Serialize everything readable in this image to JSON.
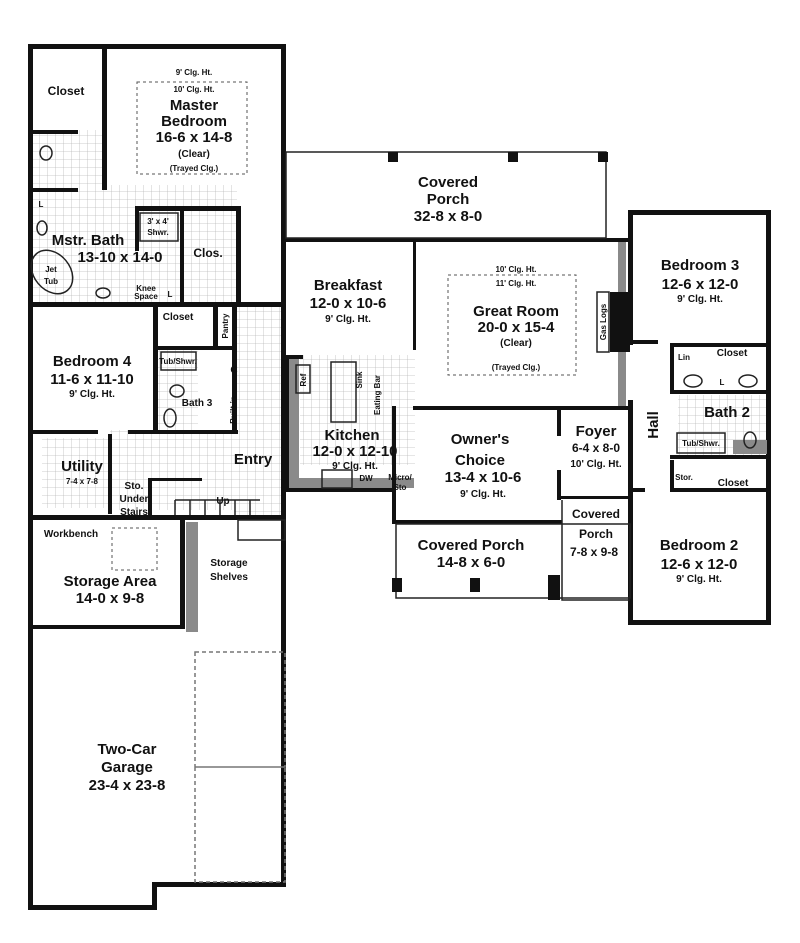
{
  "plan": {
    "master_bedroom": {
      "ceil1": "9' Clg. Ht.",
      "ceil2": "10' Clg. Ht.",
      "name1": "Master",
      "name2": "Bedroom",
      "dims": "16-6 x 14-8",
      "note1": "(Clear)",
      "note2": "(Trayed Clg.)"
    },
    "closet_master": {
      "name": "Closet"
    },
    "mstr_bath": {
      "name": "Mstr. Bath",
      "dims": "13-10 x 14-0",
      "tub1": "Jet",
      "tub2": "Tub",
      "shower1": "3' x 4'",
      "shower2": "Shwr.",
      "knee1": "Knee",
      "knee2": "Space",
      "linen": "L",
      "linen2": "L"
    },
    "clos": {
      "name": "Clos."
    },
    "covered_porch_rear": {
      "name1": "Covered",
      "name2": "Porch",
      "dims": "32-8 x 8-0"
    },
    "bedroom3": {
      "name": "Bedroom 3",
      "dims": "12-6 x 12-0",
      "ceil": "9' Clg. Ht."
    },
    "breakfast": {
      "name": "Breakfast",
      "dims": "12-0 x 10-6",
      "ceil": "9' Clg. Ht."
    },
    "great_room": {
      "ceil1": "10' Clg. Ht.",
      "ceil2": "11' Clg. Ht.",
      "name": "Great Room",
      "dims": "20-0 x 15-4",
      "note1": "(Clear)",
      "note2": "(Trayed Clg.)",
      "fireplace": "Gas Logs"
    },
    "closet_bed4": {
      "name": "Closet"
    },
    "pantry": {
      "name": "Pantry"
    },
    "bedroom4": {
      "name": "Bedroom 4",
      "dims": "11-6 x 11-10",
      "ceil": "9' Clg. Ht."
    },
    "bath3": {
      "name": "Bath 3",
      "tub": "Tub/Shwr.",
      "c": "C",
      "builtin": "Built-in"
    },
    "kitchen": {
      "name": "Kitchen",
      "dims": "12-0 x 12-10",
      "ceil": "9' Clg. Ht.",
      "ref": "Ref",
      "sink": "Sink",
      "bar": "Eating Bar",
      "dw": "DW",
      "micro1": "Micro/",
      "micro2": "Sto"
    },
    "hall": {
      "name": "Hall",
      "lin": "Lin",
      "closet1": "Closet",
      "closet2": "Closet",
      "stor": "Stor."
    },
    "bath2": {
      "name": "Bath 2",
      "tub": "Tub/Shwr.",
      "linen": "L"
    },
    "utility": {
      "name": "Utility",
      "dims": "7-4 x 7-8"
    },
    "entry": {
      "name": "Entry",
      "sto1": "Sto.",
      "sto2": "Under",
      "sto3": "Stairs",
      "up": "Up"
    },
    "owners_choice": {
      "name1": "Owner's",
      "name2": "Choice",
      "dims": "13-4 x 10-6",
      "ceil": "9' Clg. Ht."
    },
    "foyer": {
      "name": "Foyer",
      "dims": "6-4 x 8-0",
      "ceil": "10' Clg. Ht."
    },
    "covered_porch_front": {
      "name": "Covered Porch",
      "dims": "14-8 x 6-0"
    },
    "covered_porch_small": {
      "name1": "Covered",
      "name2": "Porch",
      "dims": "7-8 x 9-8"
    },
    "bedroom2": {
      "name": "Bedroom 2",
      "dims": "12-6 x 12-0",
      "ceil": "9' Clg. Ht."
    },
    "workbench": {
      "name": "Workbench"
    },
    "storage_area": {
      "name": "Storage Area",
      "dims": "14-0 x 9-8"
    },
    "storage_shelves": {
      "name1": "Storage",
      "name2": "Shelves"
    },
    "garage": {
      "name1": "Two-Car",
      "name2": "Garage",
      "dims": "23-4 x 23-8"
    }
  }
}
